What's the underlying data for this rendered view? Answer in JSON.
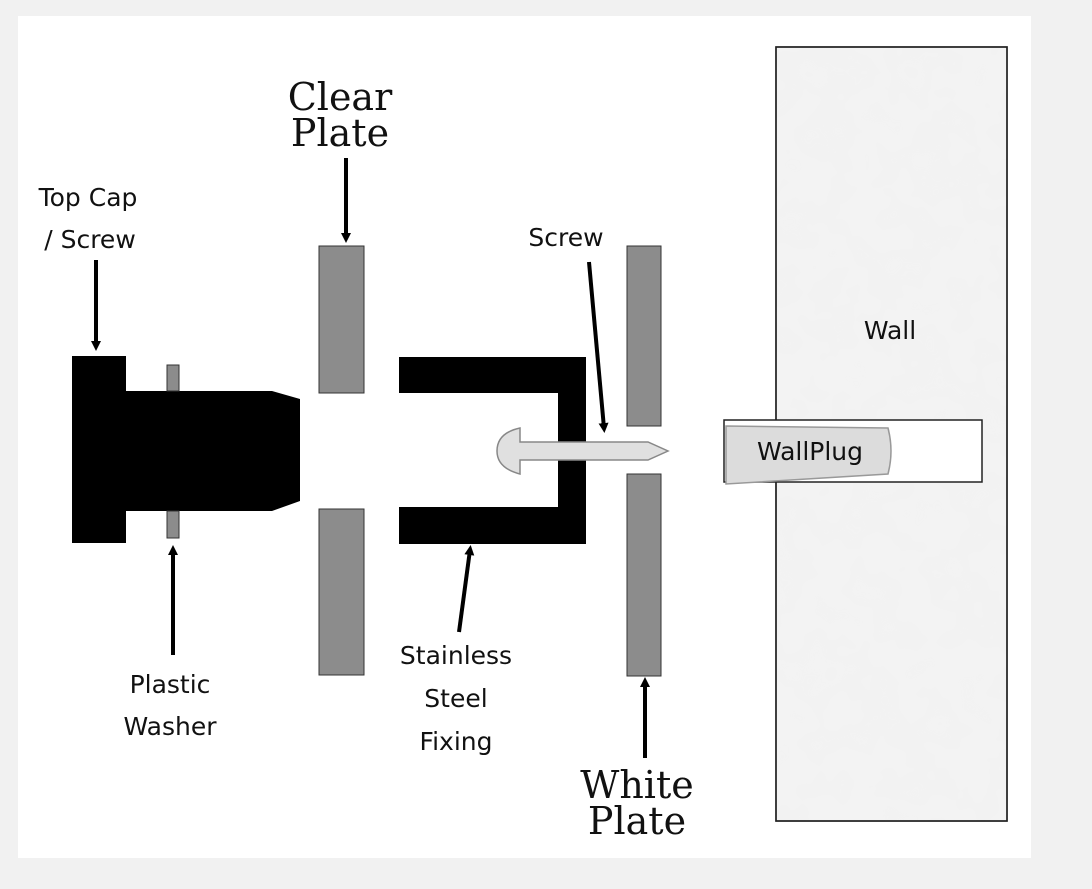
{
  "labels": {
    "clear_plate_1": "Clear",
    "clear_plate_2": "Plate",
    "top_cap_1": "Top Cap",
    "top_cap_2": "/ Screw",
    "screw": "Screw",
    "wall": "Wall",
    "wallplug": "WallPlug",
    "plastic_washer_1": "Plastic",
    "plastic_washer_2": "Washer",
    "fixing_1": "Stainless",
    "fixing_2": "Steel",
    "fixing_3": "Fixing",
    "white_plate_1": "White",
    "white_plate_2": "Plate"
  },
  "colors": {
    "part_black": "#000000",
    "plate_grey": "#8c8c8c",
    "wall_fill": "#f2f2f2",
    "screw_fill": "#e0e0e0",
    "plug_fill": "#dcdcdc"
  }
}
